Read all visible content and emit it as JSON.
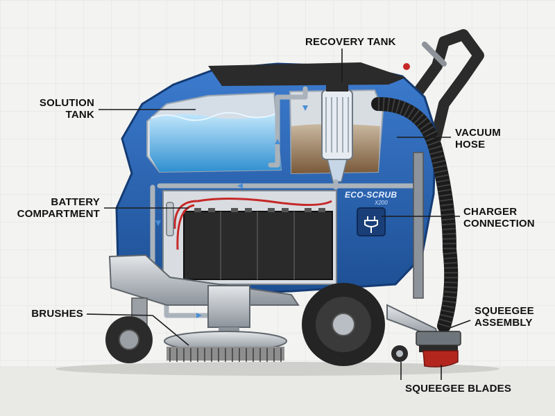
{
  "diagram": {
    "labels": {
      "recovery_tank": "RECOVERY TANK",
      "solution_tank": [
        "SOLUTION",
        "TANK"
      ],
      "vacuum_hose": [
        "VACUUM",
        "HOSE"
      ],
      "battery_compartment": [
        "BATTERY",
        "COMPARTMENT"
      ],
      "charger_connection": [
        "CHARGER",
        "CONNECTION"
      ],
      "brushes": "BRUSHES",
      "squeegee_assembly": [
        "SQUEEGEE",
        "ASSEMBLY"
      ],
      "squeegee_blades": "SQUEEGEE BLADES"
    },
    "logo": {
      "brand": "ECO-SCRUB",
      "model": "X200"
    },
    "colors": {
      "body_blue": "#2f69b8",
      "body_dark": "#1d4f93",
      "water": "#5fb3e6",
      "dirty_water": "#8a6a46",
      "battery": "#2a2a2a",
      "wire_red": "#c62828",
      "metal": "#b9bec4",
      "hose": "#1b1b1b",
      "blade_red": "#b3261e"
    }
  }
}
